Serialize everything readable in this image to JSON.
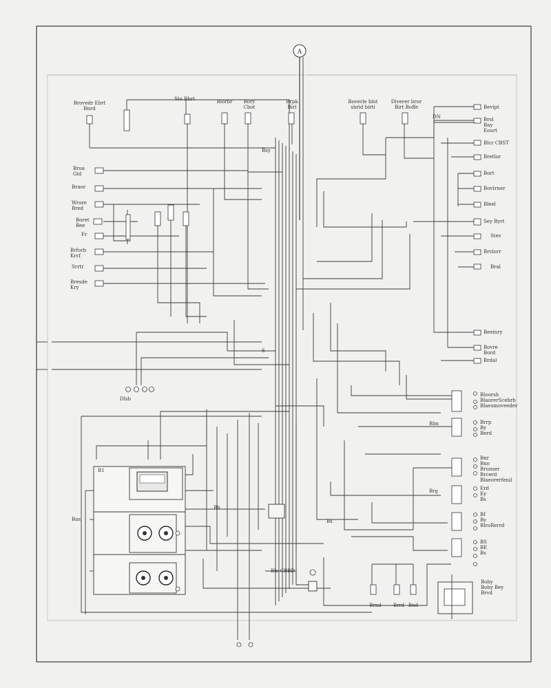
{
  "sheet_marker": "A",
  "labels": {
    "top": [
      "Brovedr Ebrt\nBnrd",
      "Sto Bbrt",
      "Blorbr",
      "Bory\nCbot",
      "Brpk\nBirl",
      "Boverle blot\nsbrid birti",
      "Diverer bror\nBirt Boffe"
    ],
    "left": [
      "Broa\nGid",
      "Braor",
      "Wrore\nBred",
      "Boret\nBee",
      "Fr",
      "Brforb\nKrcf",
      "Srrtr",
      "Bresde\nKry"
    ],
    "right_top": [
      "Bevipt",
      "Brst\nBay\nEourt",
      "Blcr CBST",
      "Bretlor",
      "Bort",
      "Bovtrner",
      "Bleel",
      "Sey Byrt",
      "Stev",
      "Brvlorr",
      "Bral",
      "Beeinry",
      "Bovre\nBord",
      "Brdal"
    ],
    "right_terminals": [
      "Bloorsh\nBlaorerScebrb\nBlaesmoveeder",
      "Brrp\nBy\nBerd",
      "Bnr\nBno\nBrunser\nBrcerd\nBlaeorerfenil",
      "Erd\nEy\nBs",
      "Bf\nBy\nBlroRerrd",
      "BS\nBE\nBs"
    ],
    "bottom": [
      "Brnd",
      "Brrd",
      "Bnd",
      "Boby\nBoby Bey\nBrvd"
    ],
    "misc": [
      "Dlsb",
      "B1",
      "Bas",
      "Brg",
      "Blm",
      "DN",
      "Ble CBBD",
      "Bs",
      "Bb",
      "Bsy",
      "S"
    ]
  }
}
